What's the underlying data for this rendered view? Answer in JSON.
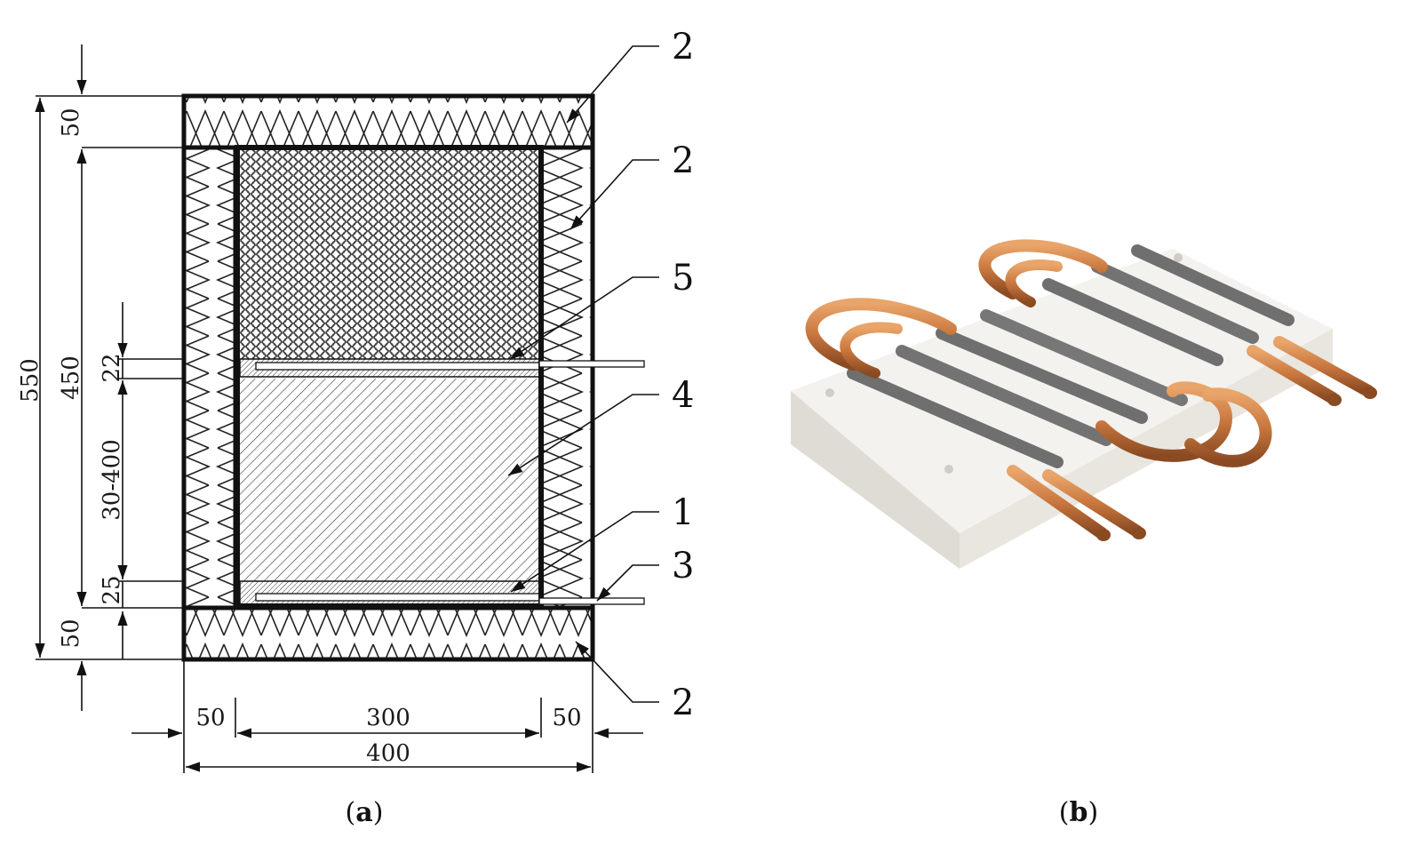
{
  "panel_a": {
    "caption_letter": "a",
    "dimensions": {
      "total_height": "550",
      "inner_height": "450",
      "top_wall": "50",
      "bottom_wall": "50",
      "plate_top": "22",
      "sample_range": "30-400",
      "plate_bottom": "25",
      "left_wall": "50",
      "inner_width": "300",
      "right_wall": "50",
      "total_width": "400"
    },
    "callouts": {
      "top_insulation": "2",
      "side_insulation": "2",
      "upper_plate": "5",
      "sample": "4",
      "lower_plate": "1",
      "tube": "3",
      "bottom_insulation": "2"
    }
  },
  "panel_b": {
    "caption_letter": "b"
  },
  "colors": {
    "line": "#111111",
    "copper": "#c9773e",
    "copper_dark": "#8a4a22",
    "steel": "#6f6f6f",
    "block": "#ecebe6"
  }
}
